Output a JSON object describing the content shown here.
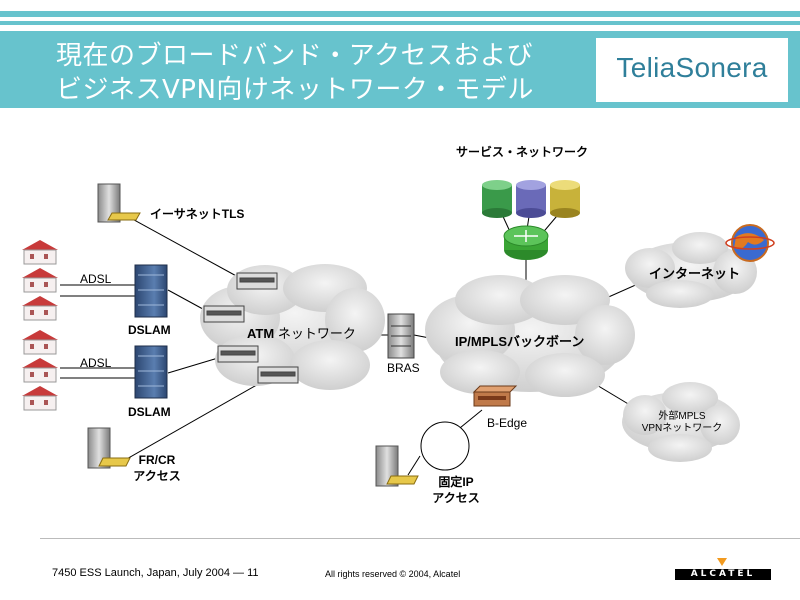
{
  "title": {
    "line1": "現在のブロードバンド・アクセスおよび",
    "line2": "ビジネスVPN向けネットワーク・モデル"
  },
  "logo": {
    "text": "TeliaSonera"
  },
  "labels": {
    "service_network": "サービス・ネットワーク",
    "ethernet_tls": "イーサネットTLS",
    "adsl_top": "ADSL",
    "adsl_bottom": "ADSL",
    "dslam_top": "DSLAM",
    "dslam_bottom": "DSLAM",
    "atm_prefix": "ATM",
    "atm_suffix": " ネットワーク",
    "bras": "BRAS",
    "ip_mpls": "IP/MPLSバックボーン",
    "internet": "インターネット",
    "external_line1": "外部MPLS",
    "external_line2": "VPNネットワーク",
    "b_edge": "B-Edge",
    "frcr_line1": "FR/CR",
    "frcr_line2": "アクセス",
    "fixed_ip_line1": "固定IP",
    "fixed_ip_line2": "アクセス"
  },
  "footer": {
    "left": "7450 ESS Launch, Japan, July 2004 — 11",
    "middle": "All rights reserved © 2004, Alcatel",
    "brand": "ALCATEL"
  },
  "colors": {
    "title_band": "#67c3cd",
    "title_text": "#ffffff",
    "logo_text": "#2f7f9a",
    "cloud_fill": "#dcdcdc",
    "house_roof": "#c83a3a",
    "dslam_blue": "#3d5f8f",
    "router_green": "#3aa535",
    "db_green": "#3a9a4a",
    "db_purple": "#6a6ab8",
    "db_yellow": "#c8b23a",
    "b_edge_brown": "#c07a4a",
    "alcatel_orange": "#f29a1f"
  }
}
